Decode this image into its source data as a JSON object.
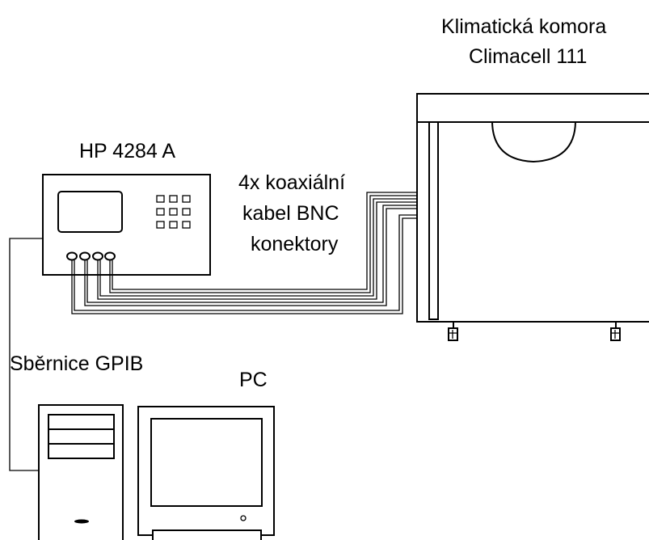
{
  "labels": {
    "chamber_line1": "Klimatická komora",
    "chamber_line2": "Climacell 111",
    "meter": "HP 4284 A",
    "cable_line1": "4x koaxiální",
    "cable_line2": "kabel BNC",
    "cable_line3": "konektory",
    "bus": "Sběrnice GPIB",
    "pc": "PC"
  },
  "colors": {
    "line": "#000000",
    "background": "#ffffff"
  }
}
